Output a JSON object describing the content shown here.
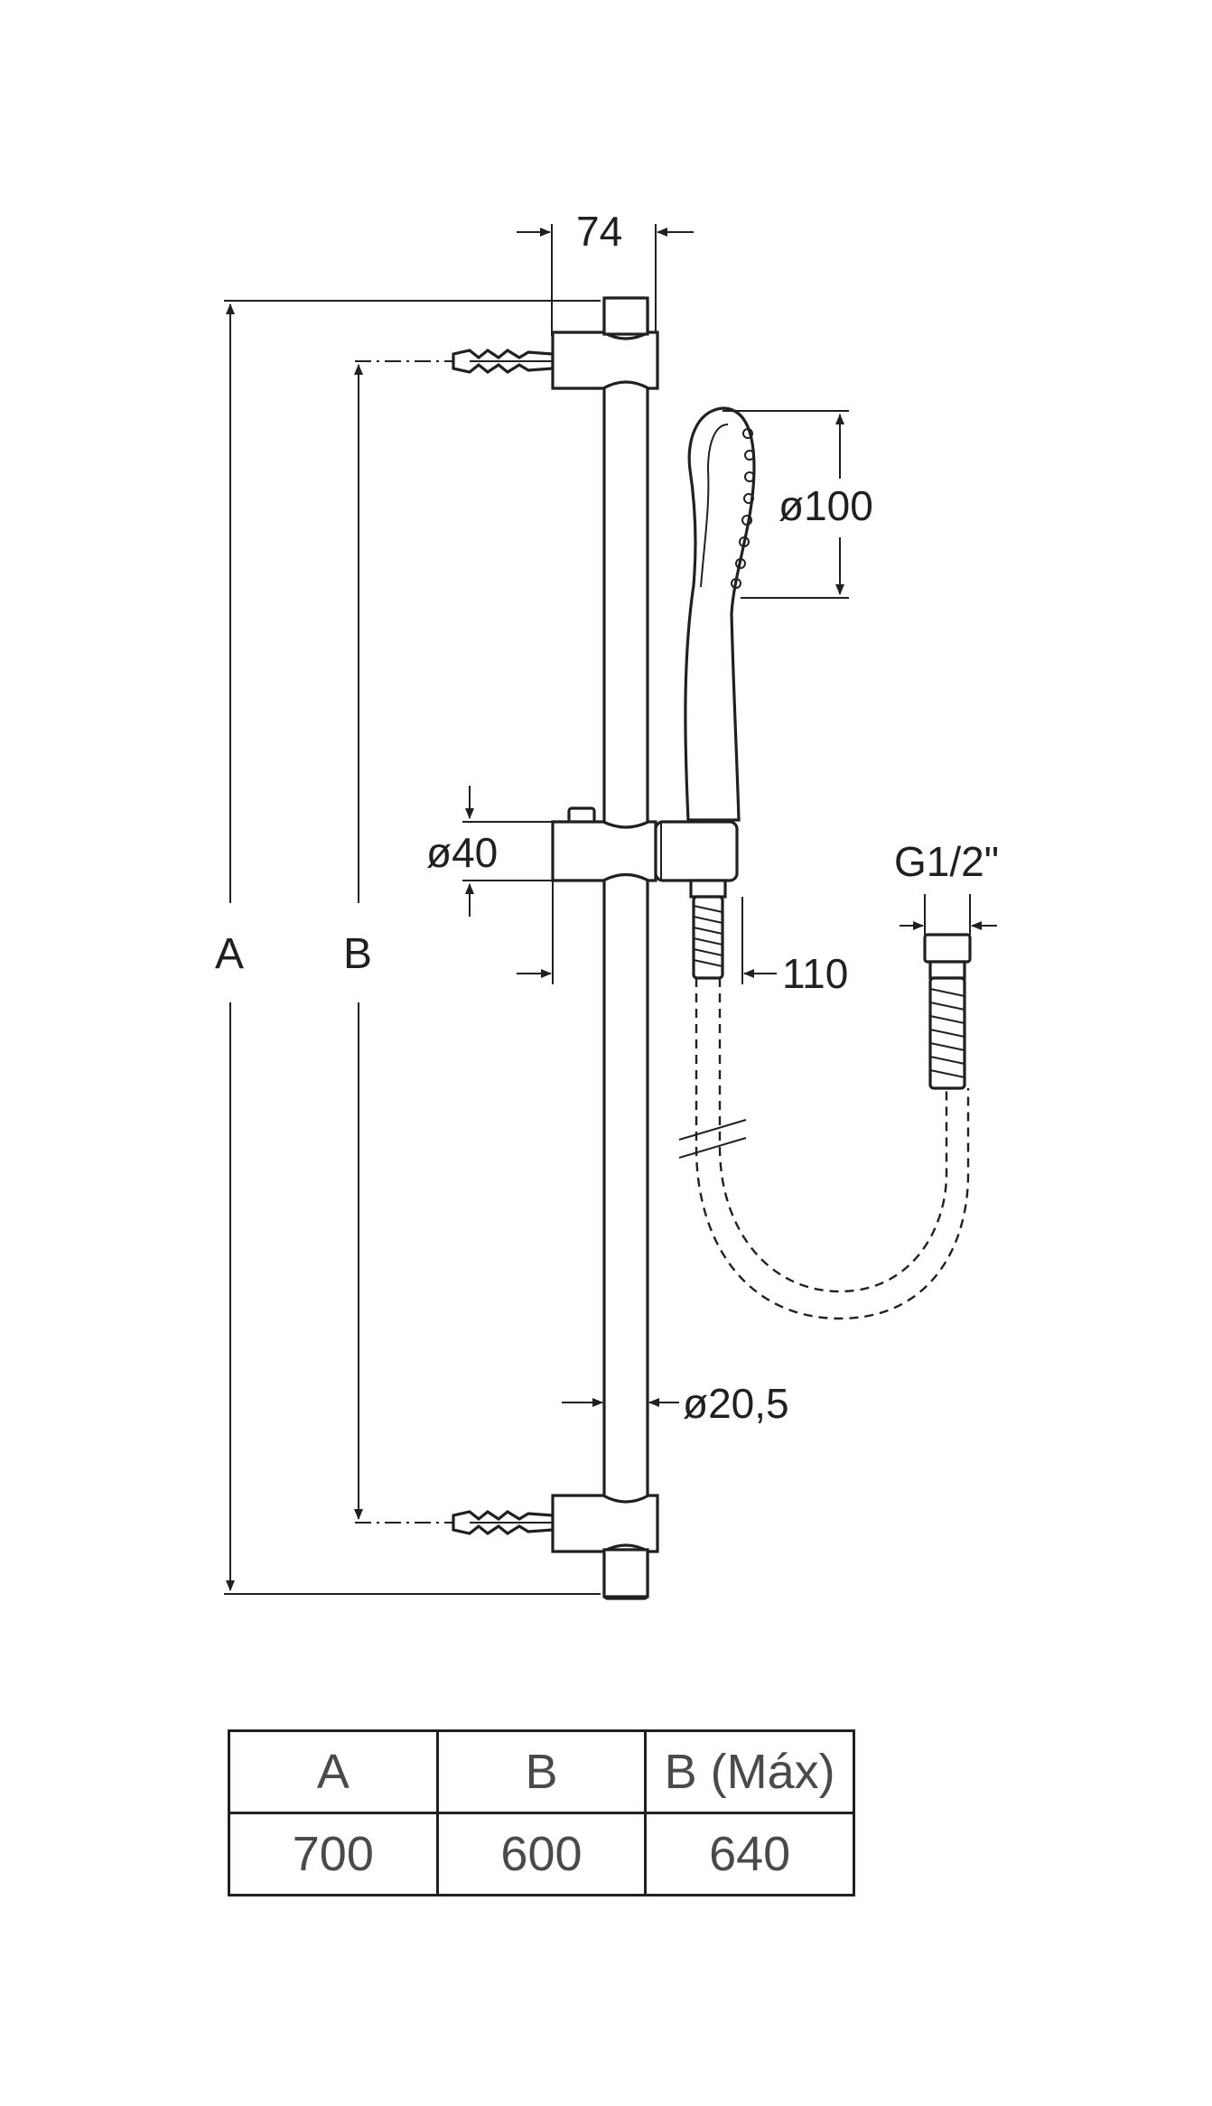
{
  "dimensions": {
    "width_74": "74",
    "diameter_100": "ø100",
    "diameter_40": "ø40",
    "length_110": "110",
    "diameter_20_5": "ø20,5",
    "thread": "G1/2\"",
    "label_a": "A",
    "label_b": "B"
  },
  "table": {
    "headers": [
      "A",
      "B",
      "B (Máx)"
    ],
    "values": [
      "700",
      "600",
      "640"
    ]
  }
}
